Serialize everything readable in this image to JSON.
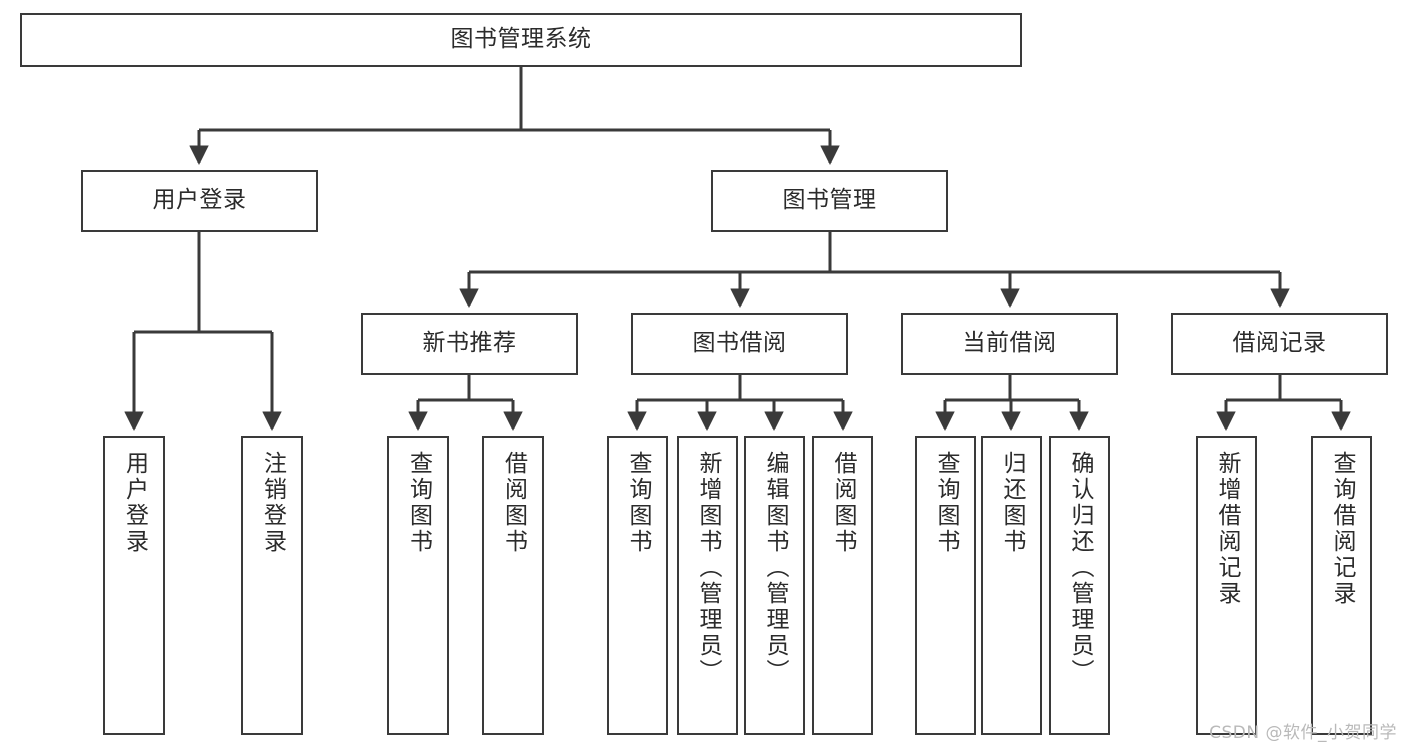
{
  "diagram": {
    "type": "tree",
    "title": "图书管理系统",
    "watermark": "CSDN @软件_小贺同学",
    "colors": {
      "box_border": "#3a3a3a",
      "box_fill": "#ffffff",
      "edge": "#3a3a3a",
      "text": "#2b2b2b",
      "watermark": "#b9b9b9",
      "background": "#ffffff"
    },
    "nodes": {
      "root": {
        "label": "图书管理系统"
      },
      "level2": [
        {
          "label": "用户登录"
        },
        {
          "label": "图书管理"
        }
      ],
      "level3": [
        {
          "label": "新书推荐"
        },
        {
          "label": "图书借阅"
        },
        {
          "label": "当前借阅"
        },
        {
          "label": "借阅记录"
        }
      ],
      "leaves": {
        "user_login": [
          {
            "label": "用户登录"
          },
          {
            "label": "注销登录"
          }
        ],
        "new_book_recommend": [
          {
            "label": "查询图书"
          },
          {
            "label": "借阅图书"
          }
        ],
        "book_borrow": [
          {
            "label": "查询图书"
          },
          {
            "label": "新增图书（管理员）"
          },
          {
            "label": "编辑图书（管理员）"
          },
          {
            "label": "借阅图书"
          }
        ],
        "current_borrow": [
          {
            "label": "查询图书"
          },
          {
            "label": "归还图书"
          },
          {
            "label": "确认归还（管理员）"
          }
        ],
        "borrow_record": [
          {
            "label": "新增借阅记录"
          },
          {
            "label": "查询借阅记录"
          }
        ]
      }
    }
  }
}
